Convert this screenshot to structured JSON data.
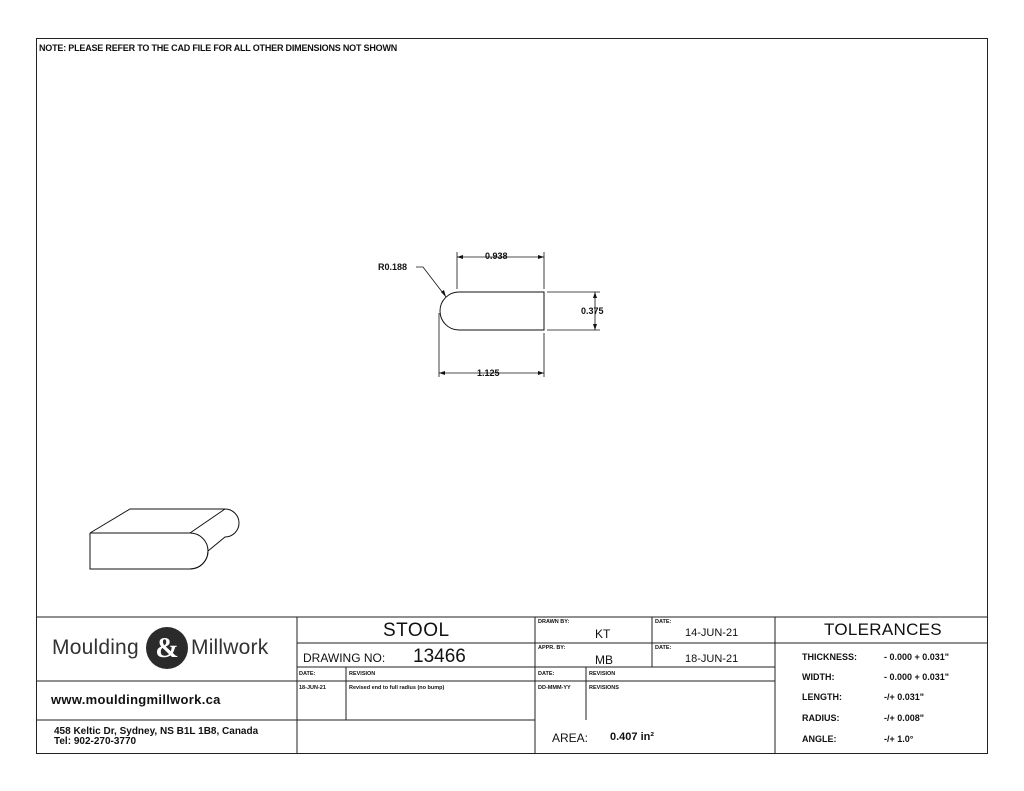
{
  "note": "NOTE: PLEASE REFER TO THE CAD FILE FOR ALL OTHER DIMENSIONS NOT SHOWN",
  "dimensions": {
    "radius": "R0.188",
    "top_width": "0.938",
    "height": "0.375",
    "overall_length": "1.125"
  },
  "company": {
    "name_left": "Moulding",
    "name_right": "Millwork",
    "website": "www.mouldingmillwork.ca",
    "address": "458 Keltic Dr, Sydney, NS B1L 1B8, Canada",
    "phone": "Tel: 902-270-3770"
  },
  "title_block": {
    "part_name": "STOOL",
    "drawing_no_label": "DRAWING NO:",
    "drawing_no": "13466",
    "drawn_by_label": "DRAWN BY:",
    "drawn_by": "KT",
    "drawn_date_label": "DATE:",
    "drawn_date": "14-JUN-21",
    "appr_by_label": "APPR. BY:",
    "appr_by": "MB",
    "appr_date_label": "DATE:",
    "appr_date": "18-JUN-21",
    "rev_date_header": "DATE:",
    "rev_header": "REVISION",
    "rev_date": "18-JUN-21",
    "rev_text": "Revised end to full radius (no bump)",
    "rev2_date_header": "DATE:",
    "rev2_header": "REVISION",
    "rev2_date": "DD-MMM-YY",
    "rev2_text": "REVISIONS",
    "area_label": "AREA:",
    "area_value": "0.407 in²"
  },
  "tolerances": {
    "title": "TOLERANCES",
    "rows": [
      {
        "label": "THICKNESS:",
        "value": "- 0.000 + 0.031\""
      },
      {
        "label": "WIDTH:",
        "value": "- 0.000 + 0.031\""
      },
      {
        "label": "LENGTH:",
        "value": "-/+ 0.031\""
      },
      {
        "label": "RADIUS:",
        "value": "-/+ 0.008\""
      },
      {
        "label": "ANGLE:",
        "value": "-/+ 1.0°"
      }
    ]
  }
}
